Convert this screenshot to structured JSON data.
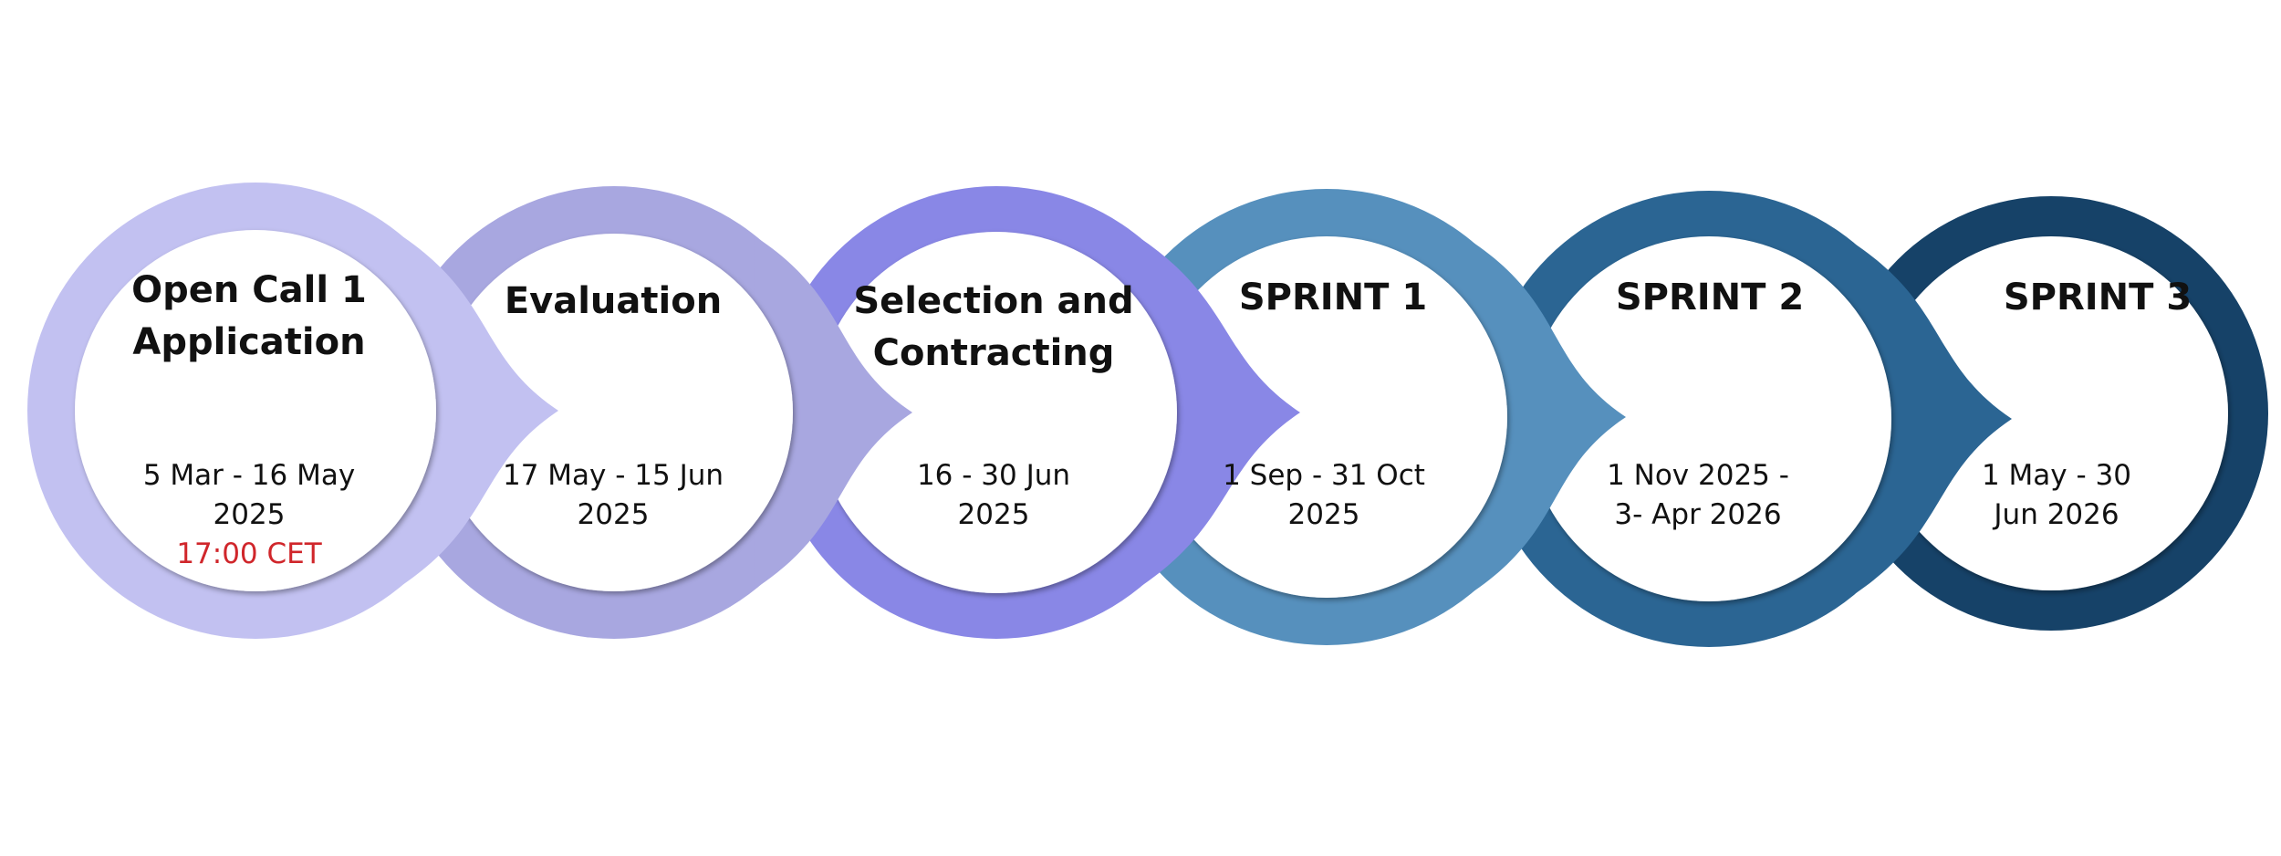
{
  "diagram": {
    "stages": [
      {
        "title_line1": "Open Call 1",
        "title_line2": "Application",
        "dates_line1": "5 Mar - 16 May",
        "dates_line2": "2025",
        "note": "17:00 CET",
        "ring_color": "#c2c1f1"
      },
      {
        "title_line1": "Evaluation",
        "title_line2": "",
        "dates_line1": "17 May - 15 Jun",
        "dates_line2": "2025",
        "note": "",
        "ring_color": "#a8a7e0"
      },
      {
        "title_line1": "Selection and",
        "title_line2": "Contracting",
        "dates_line1": "16 - 30 Jun",
        "dates_line2": "2025",
        "note": "",
        "ring_color": "#8987e6"
      },
      {
        "title_line1": "SPRINT 1",
        "title_line2": "",
        "dates_line1": "1 Sep - 31 Oct",
        "dates_line2": "2025",
        "note": "",
        "ring_color": "#5690bd"
      },
      {
        "title_line1": "SPRINT 2",
        "title_line2": "",
        "dates_line1": "1 Nov 2025 -",
        "dates_line2": "3- Apr 2026",
        "note": "",
        "ring_color": "#2b6593"
      },
      {
        "title_line1": "SPRINT 3",
        "title_line2": "",
        "dates_line1": "1 May - 30",
        "dates_line2": "Jun 2026",
        "note": "",
        "ring_color": "#164268"
      }
    ],
    "note_color": "#d0262b",
    "inner_color": "#ffffff"
  }
}
